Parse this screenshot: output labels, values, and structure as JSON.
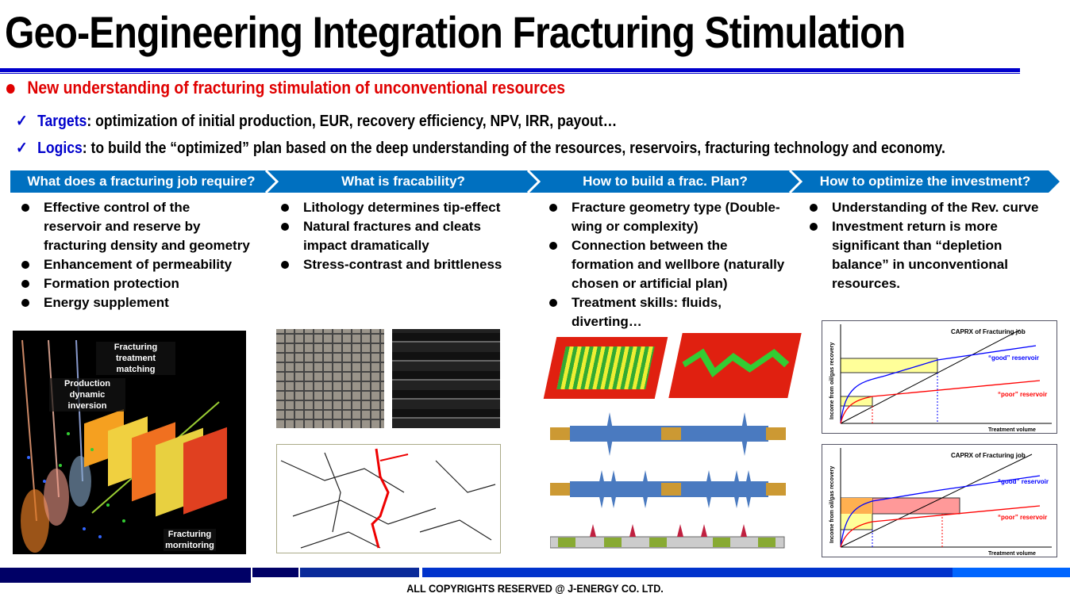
{
  "title": "Geo-Engineering Integration Fracturing Stimulation",
  "subtitle": "New understanding of fracturing stimulation of unconventional resources",
  "points": [
    {
      "keyword": "Targets",
      "text": ": optimization of initial production, EUR, recovery efficiency, NPV, IRR, payout…"
    },
    {
      "keyword": "Logics",
      "text": ": to build the “optimized” plan based on the deep understanding of the resources, reservoirs, fracturing technology and economy."
    }
  ],
  "columns": [
    {
      "heading": "What does a fracturing job require?",
      "items": [
        "Effective control of the reservoir and reserve by fracturing density and geometry",
        "Enhancement of permeability",
        "Formation protection",
        "Energy supplement"
      ]
    },
    {
      "heading": "What is fracability?",
      "items": [
        "Lithology determines tip-effect",
        "Natural fractures and cleats impact dramatically",
        "Stress-contrast and brittleness"
      ]
    },
    {
      "heading": "How to build a frac. Plan?",
      "items": [
        "Fracture geometry type (Double-wing or complexity)",
        "Connection between the formation and wellbore (naturally chosen or artificial plan)",
        "Treatment skills: fluids, diverting…"
      ]
    },
    {
      "heading": "How to optimize the investment?",
      "items": [
        "Understanding of the Rev. curve",
        "Investment return is more significant than “depletion balance” in unconventional resources."
      ]
    }
  ],
  "image_labels": {
    "treatment": "Fracturing treatment matching",
    "inversion": "Production dynamic inversion",
    "monitoring": "Fracturing mornitoring"
  },
  "charts": {
    "title": "CAPRX of Fracturing job",
    "good": "“good” reservoir",
    "poor": "“poor” reservoir",
    "ylabel": "Income from oil/gas recovery",
    "xlabel": "Treatment volume"
  },
  "footer": "ALL COPYRIGHTS RESERVED @ J-ENERGY CO. LTD.",
  "colors": {
    "blue": "#0070C0",
    "red": "#E00000",
    "navy": "#000066"
  }
}
